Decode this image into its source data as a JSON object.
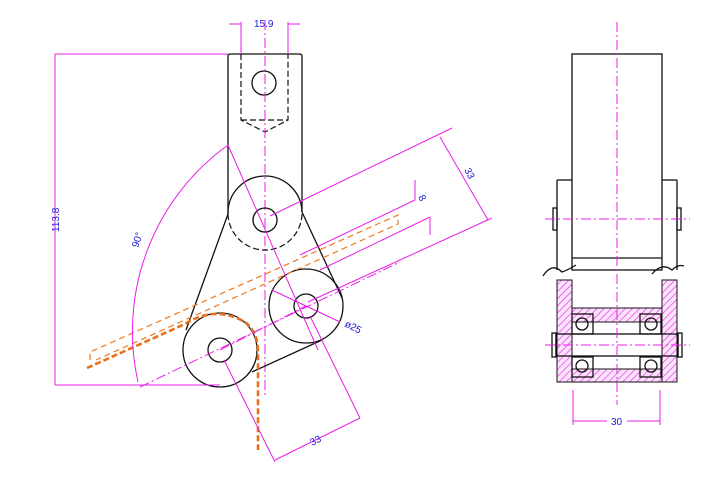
{
  "drawing": {
    "dimensions": {
      "top_width": "15.9",
      "overall_height": "113.8",
      "angle": "90°",
      "offset_long": "33",
      "offset_small": "8",
      "wheel_diameter": "ø25",
      "center_distance": "33",
      "side_width": "30"
    },
    "colors": {
      "object": "#111111",
      "dimension": "#e81ee8",
      "dimension_text": "#1a1ad8",
      "belt": "#f07a1e"
    }
  }
}
